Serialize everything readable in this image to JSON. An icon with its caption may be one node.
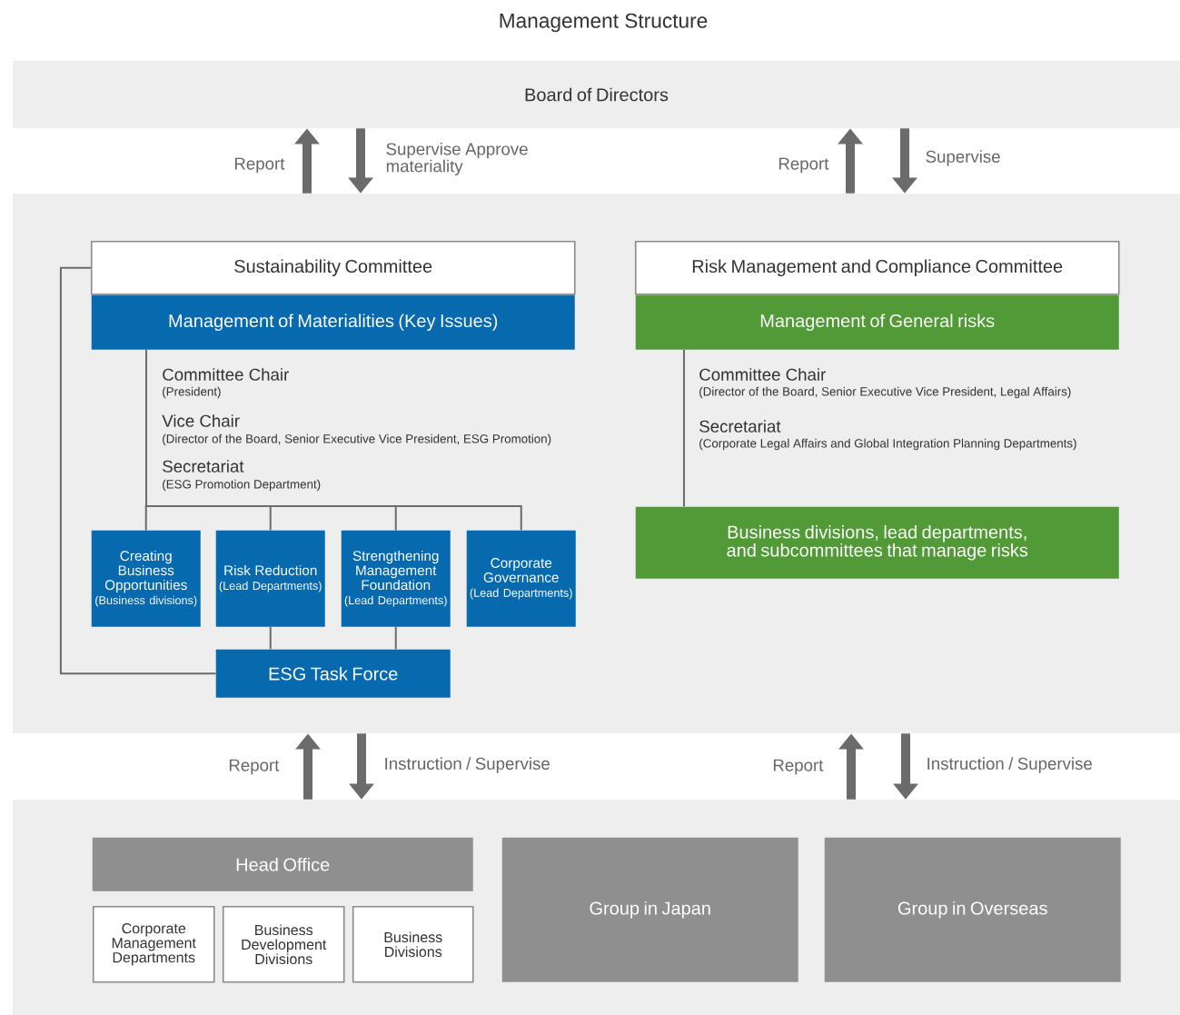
{
  "diagram": {
    "title": "Management Structure",
    "nodes": [
      {
        "text": [
          "Board of Directors"
        ]
      },
      {
        "text": [],
        "shape": "box"
      },
      {
        "text": [
          "Sustainability Committee"
        ],
        "in": 1
      },
      {
        "text": [
          "Management of Materialities (Key Issues)"
        ],
        "in": 1
      },
      {
        "text": [
          "Risk Management and Compliance Committee"
        ],
        "in": 1
      },
      {
        "text": [
          "Management of General risks"
        ],
        "in": 1
      },
      {
        "text": [
          "Creating Business Opportunities",
          "(Business divisions)"
        ],
        "in": 1
      },
      {
        "text": [
          "Risk Reduction",
          "(Lead Departments)"
        ],
        "in": 1
      },
      {
        "text": [
          "Strengthening Management Foundation",
          "(Lead Departments)"
        ],
        "in": 1
      },
      {
        "text": [
          "Corporate Governance",
          "(Lead Departments)"
        ],
        "in": 1
      },
      {
        "text": [
          "ESG Task Force"
        ],
        "in": 1
      },
      {
        "text": [
          "Business divisions, lead departments, and subcommittees that manage risks"
        ],
        "in": 1
      },
      {
        "text": [],
        "shape": "box"
      },
      {
        "text": [
          "Head Office"
        ],
        "in": 12
      },
      {
        "text": [
          "Corporate Management Departments"
        ],
        "in": 12
      },
      {
        "text": [
          "Business Development Divisions"
        ],
        "in": 12
      },
      {
        "text": [
          "Business Divisions"
        ],
        "in": 12
      },
      {
        "text": [
          "Group in Japan"
        ],
        "in": 12
      },
      {
        "text": [
          "Group in Overseas"
        ],
        "in": 12
      }
    ],
    "edges": [
      {
        "from": 1,
        "to": 0,
        "arrow": "to",
        "label": "Report",
        "style": "thick"
      },
      {
        "from": 0,
        "to": 1,
        "arrow": "to",
        "label": "Supervise Approve materiality",
        "style": "thick"
      },
      {
        "from": 1,
        "to": 0,
        "arrow": "to",
        "label": "Report",
        "style": "thick"
      },
      {
        "from": 0,
        "to": 1,
        "arrow": "to",
        "label": "Supervise",
        "style": "thick"
      },
      {
        "from": 3,
        "to": 6,
        "arrow": "none"
      },
      {
        "from": 3,
        "to": 7,
        "arrow": "none"
      },
      {
        "from": 3,
        "to": 8,
        "arrow": "none"
      },
      {
        "from": 3,
        "to": 9,
        "arrow": "none"
      },
      {
        "from": 7,
        "to": 10,
        "arrow": "none"
      },
      {
        "from": 8,
        "to": 10,
        "arrow": "none"
      },
      {
        "from": 2,
        "to": 10,
        "arrow": "none"
      },
      {
        "from": 5,
        "to": 11,
        "arrow": "none"
      },
      {
        "from": 12,
        "to": 1,
        "arrow": "to",
        "label": "Report",
        "style": "thick"
      },
      {
        "from": 1,
        "to": 12,
        "arrow": "to",
        "label": "Instruction / Supervise",
        "style": "thick"
      },
      {
        "from": 12,
        "to": 1,
        "arrow": "to",
        "label": "Report",
        "style": "thick"
      },
      {
        "from": 1,
        "to": 12,
        "arrow": "to",
        "label": "Instruction / Supervise",
        "style": "thick"
      }
    ],
    "labels": [
      "Committee Chair",
      "(President)",
      "Vice Chair",
      "(Director of the Board, Senior Executive Vice President, ESG Promotion)",
      "Secretariat",
      "(ESG Promotion Department)",
      "Committee Chair",
      "(Director of the Board, Senior Executive Vice President, Legal Affairs)",
      "Secretariat",
      "(Corporate Legal Affairs and Global Integration Planning Departments)"
    ]
  }
}
